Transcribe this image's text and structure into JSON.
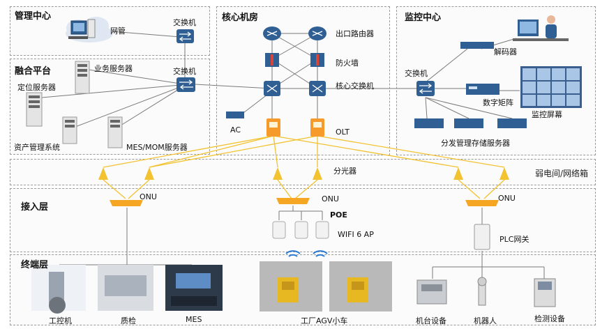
{
  "zones": {
    "mgmt": "管理中心",
    "fusion": "融合平台",
    "core": "核心机房",
    "monitor": "监控中心",
    "weak": "弱电间/网络箱",
    "access": "接入层",
    "terminal": "终端层"
  },
  "mgmt": {
    "netmgr": "网管",
    "switch": "交换机"
  },
  "fusion": {
    "biz_server": "业务服务器",
    "loc_server": "定位服务器",
    "switch": "交换机",
    "asset": "资产管理系统",
    "mes_mom": "MES/MOM服务器"
  },
  "core": {
    "router": "出口路由器",
    "firewall": "防火墙",
    "core_switch": "核心交换机",
    "ac": "AC",
    "olt": "OLT"
  },
  "monitor": {
    "decoder": "解码器",
    "switch": "交换机",
    "matrix": "数字矩阵",
    "screen": "监控屏幕",
    "storage": "分发管理存储服务器"
  },
  "splitter": "分光器",
  "access": {
    "onu_left": "ONU",
    "onu_mid": "ONU",
    "onu_right": "ONU",
    "poe": "POE",
    "wifi": "WIFI 6 AP",
    "plc": "PLC网关"
  },
  "terminal": {
    "ipc": "工控机",
    "qc": "质检",
    "mes": "MES",
    "agv": "工厂AGV小车",
    "machine": "机台设备",
    "robot": "机器人",
    "detect": "检测设备"
  },
  "colors": {
    "fiber": "#f2c230",
    "line": "#777777",
    "device": "#2f5f93",
    "olt": "#f59a2b"
  }
}
